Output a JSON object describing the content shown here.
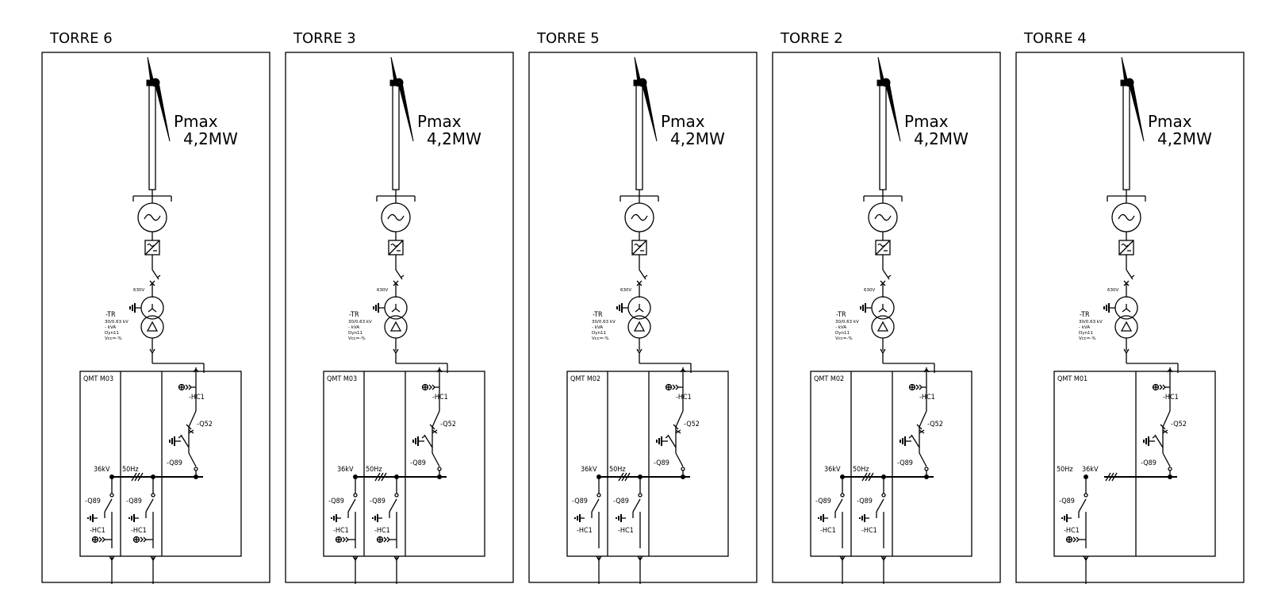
{
  "power_label": "Pmax",
  "power_value": "4,2MW",
  "labels": {
    "lv_voltage": "630V",
    "transformer_tag": "-TR",
    "transformer_ratio": "30/0.63 kV",
    "transformer_kva": "- kVA",
    "transformer_vector": "Dyn11",
    "transformer_vcc": "Vcc=-%",
    "voltage": "36kV",
    "frequency": "50Hz",
    "cable_head": "-HC1",
    "breaker": "-Q52",
    "earth_switch": "-Q89"
  },
  "towers": [
    {
      "title": "TORRE 6",
      "switchgear": "QMT M03",
      "feeders": 2
    },
    {
      "title": "TORRE 3",
      "switchgear": "QMT M03",
      "feeders": 2
    },
    {
      "title": "TORRE 5",
      "switchgear": "QMT M02",
      "feeders": 2
    },
    {
      "title": "TORRE 2",
      "switchgear": "QMT M02",
      "feeders": 2
    },
    {
      "title": "TORRE 4",
      "switchgear": "QMT M01",
      "feeders": 1
    }
  ]
}
